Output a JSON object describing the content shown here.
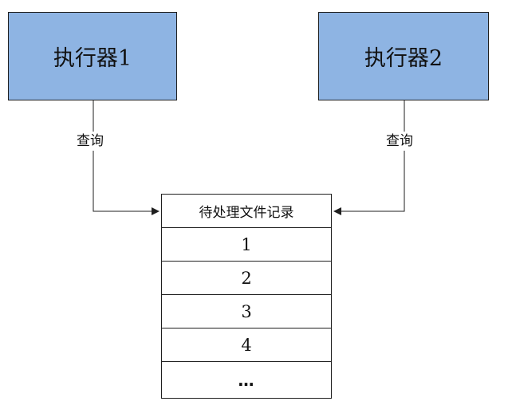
{
  "executors": [
    {
      "label": "执行器1"
    },
    {
      "label": "执行器2"
    }
  ],
  "connections": [
    {
      "label": "查询"
    },
    {
      "label": "查询"
    }
  ],
  "record_table": {
    "header": "待处理文件记录",
    "rows": [
      "1",
      "2",
      "3",
      "4",
      "…"
    ]
  },
  "colors": {
    "executor_fill": "#8eb4e3",
    "border": "#1f1f1f",
    "background": "#ffffff"
  }
}
